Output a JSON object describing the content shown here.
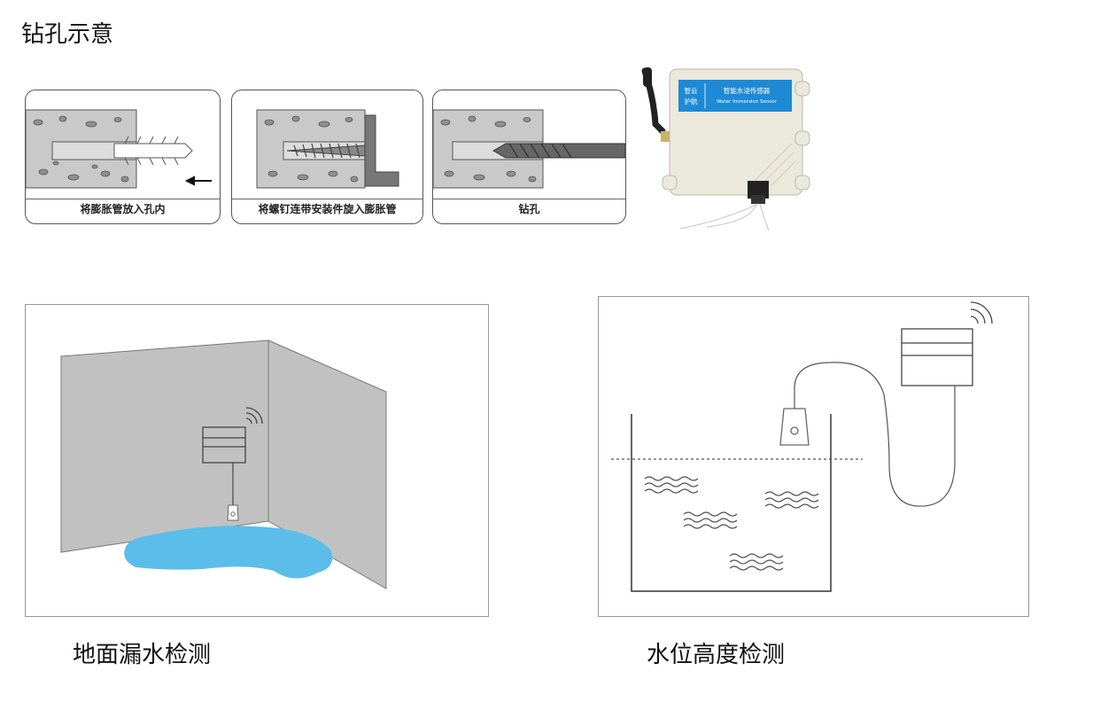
{
  "title": "钻孔示意",
  "steps": [
    {
      "label": "将膨胀管放入孔内"
    },
    {
      "label": "将螺钉连带安装件旋入膨胀管"
    },
    {
      "label": "钻孔"
    }
  ],
  "device": {
    "brand_line1": "智云",
    "brand_line2": "护航",
    "name": "智能水浸传感器",
    "name_en": "Water Immersion Sensor"
  },
  "scenes": [
    {
      "caption": "地面漏水检测"
    },
    {
      "caption": "水位高度检测"
    }
  ],
  "colors": {
    "wall": "#c2c1c1",
    "concrete": "#c9c9c9",
    "water_puddle": "#5bbde9",
    "device_body": "#ebe8dc",
    "device_panel": "#1e8ad6"
  }
}
